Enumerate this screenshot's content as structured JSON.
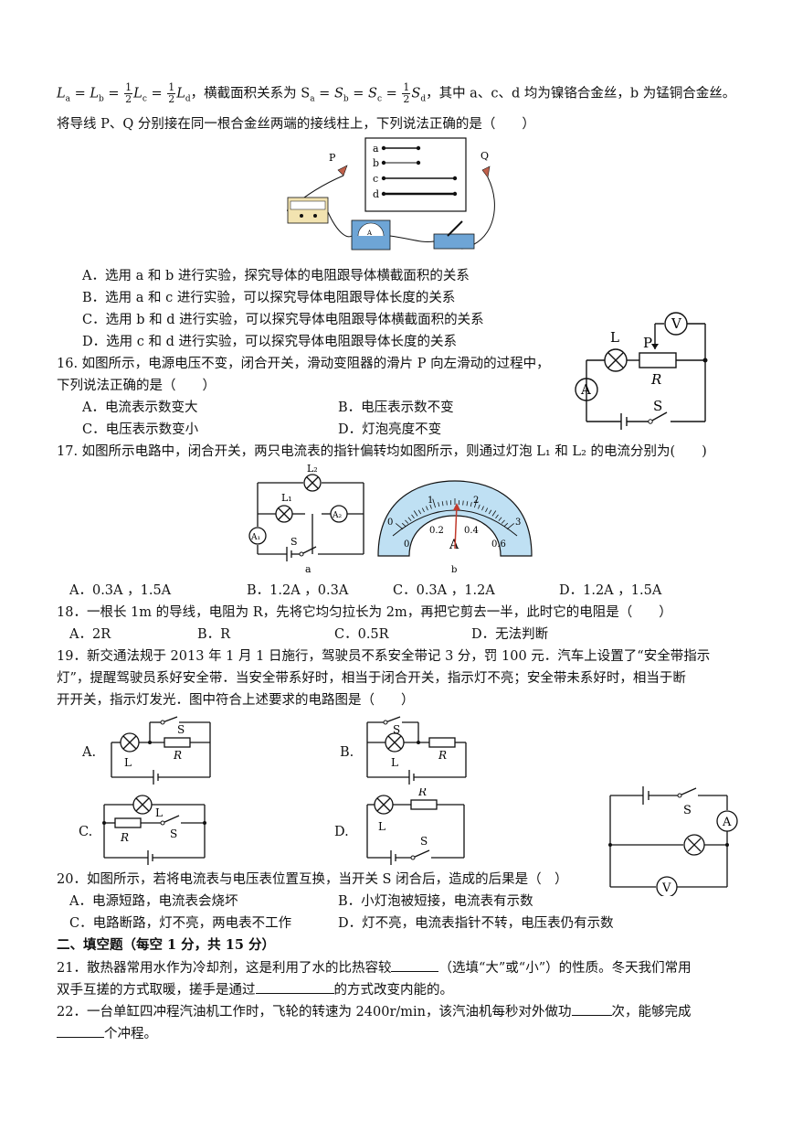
{
  "q15": {
    "formula_line_pre": "L",
    "formula_text": "，横截面积关系为 S",
    "formula_tail": "，其中 a、c、d 均为镍铬合金丝，b 为锰铜合金丝。",
    "stem2": "将导线 P、Q 分别接在同一根合金丝两端的接线柱上，下列说法正确的是（　　）",
    "fig_labels": {
      "p": "P",
      "q": "Q",
      "a": "a",
      "b": "b",
      "c": "c",
      "d": "d",
      "ammeter": "A"
    },
    "options": [
      "A．选用 a 和 b 进行实验，探究导体的电阻跟导体横截面积的关系",
      "B．选用 a 和 c 进行实验，可以探究导体电阻跟导体长度的关系",
      "C．选用 b 和 d 进行实验，可以探究导体电阻跟导体横截面积的关系",
      "D．选用 c 和 d 进行实验，可以探究导体电阻跟导体长度的关系"
    ]
  },
  "q16": {
    "stem1": "16. 如图所示，电源电压不变，闭合开关，滑动变阻器的滑片 P 向左滑动的过程中，",
    "stem2": "下列说法正确的是（　　）",
    "options": [
      "A．电流表示数变大",
      "B．电压表示数不变",
      "C．电压表示数变小",
      "D．灯泡亮度不变"
    ],
    "fig_labels": {
      "v": "V",
      "l": "L",
      "p": "P",
      "r": "R",
      "a": "A",
      "s": "S"
    }
  },
  "q17": {
    "stem": "17. 如图所示电路中，闭合开关，两只电流表的指针偏转均如图所示，则通过灯泡 L₁ 和 L₂ 的电流分别为(　　)",
    "options": [
      "A．0.3A ，1.5A",
      "B．1.2A ，0.3A",
      "C．0.3A ，1.2A",
      "D．1.2A ，1.5A"
    ],
    "fig_labels": {
      "l2": "L₂",
      "l1": "L₁",
      "a1": "A₁",
      "a2": "A₂",
      "s": "S",
      "cap_a": "a",
      "cap_b": "b",
      "meter": "A"
    },
    "scale_top": [
      "0",
      "1",
      "2",
      "3"
    ],
    "scale_bottom": [
      "0",
      "0.2",
      "0.4",
      "0.6"
    ]
  },
  "q18": {
    "stem": "18．一根长 1m 的导线，电阻为 R，先将它均匀拉长为 2m，再把它剪去一半，此时它的电阻是（　　）",
    "options": [
      "A．2R",
      "B．R",
      "C．0.5R",
      "D．无法判断"
    ]
  },
  "q19": {
    "stem1": "19．新交通法规于 2013 年 1 月 1 日施行，驾驶员不系安全带记 3 分，罚 100 元．汽车上设置了“安全带指示",
    "stem2": "灯”，提醒驾驶员系好安全带．当安全带系好时，相当于闭合开关，指示灯不亮；安全带未系好时，相当于断",
    "stem3": "开开关，指示灯发光．图中符合上述要求的电路图是（　　）",
    "labels": {
      "A": "A.",
      "B": "B.",
      "C": "C.",
      "D": "D.",
      "s": "S",
      "l": "L",
      "r": "R"
    }
  },
  "q20": {
    "stem": "20．如图所示，若将电流表与电压表位置互换，当开关 S 闭合后，造成的后果是（　）",
    "options": [
      "A．电源短路，电流表会烧坏",
      "B．小灯泡被短接，电流表有示数",
      "C．电路断路，灯不亮，两电表不工作",
      "D．灯不亮，电流表指针不转，电压表仍有示数"
    ],
    "fig_labels": {
      "s": "S",
      "a": "A",
      "v": "V"
    }
  },
  "section2": "二、填空题（每空 1 分，共 15 分）",
  "q21": {
    "line1_a": "21．散热器常用水作为冷却剂，这是利用了水的比热容较",
    "line1_b": "（选填“大”或“小”）的性质。冬天我们常用",
    "line2_a": "双手互搓的方式取暖，搓手是通过",
    "line2_b": "的方式改变内能的。"
  },
  "q22": {
    "line1_a": "22．一台单缸四冲程汽油机工作时，飞轮的转速为 2400r/min，该汽油机每秒对外做功",
    "line1_b": "次，能够完成",
    "line2_b": "个冲程。"
  }
}
